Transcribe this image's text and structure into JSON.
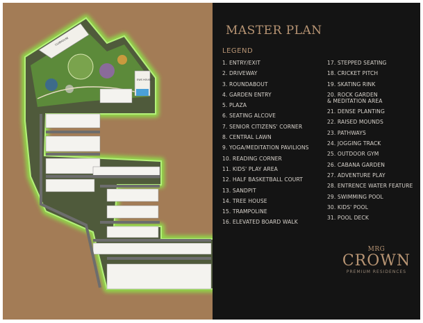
{
  "title": "MASTER PLAN",
  "legend_heading": "LEGEND",
  "legend": [
    "1. ENTRY/EXIT",
    "2. DRIVEWAY",
    "3. ROUNDABOUT",
    "4. GARDEN ENTRY",
    "5. PLAZA",
    "6. SEATING ALCOVE",
    "7. SENIOR CITIZENS' CORNER",
    "8. CENTRAL LAWN",
    "9. YOGA/MEDITATION PAVILIONS",
    "10. READING CORNER",
    "11. KIDS' PLAY AREA",
    "12. HALF BASKETBALL COURT",
    "13. SANDPIT",
    "14. TREE HOUSE",
    "15. TRAMPOLINE",
    "16. ELEVATED BOARD WALK",
    "17. STEPPED SEATING",
    "18. CRICKET PITCH",
    "19. SKATING RINK",
    [
      "20. ROCK GARDEN",
      "& MEDITATION AREA"
    ],
    "21. DENSE PLANTING",
    "22. RAISED MOUNDS",
    "23. PATHWAYS",
    "24. JOGGING TRACK",
    "25. OUTDOOR GYM",
    "26. CABANA GARDEN",
    "27. ADVENTURE PLAY",
    "28. ENTRENCE WATER FEATURE",
    "29. SWIMMING POOL",
    "30. KIDS' POOL",
    "31. POOL DECK"
  ],
  "brand": {
    "line1": "MRG",
    "line2": "CROWN",
    "line3": "PREMIUM RESIDENCES"
  },
  "plan_labels": {
    "building_left": "CLUBHOUSE",
    "building_right": "EWS HOUSE"
  },
  "colors": {
    "site_ground": "#a37c56",
    "panel_bg": "#141414",
    "accent": "#b89574",
    "glow": "#8fe04a"
  }
}
